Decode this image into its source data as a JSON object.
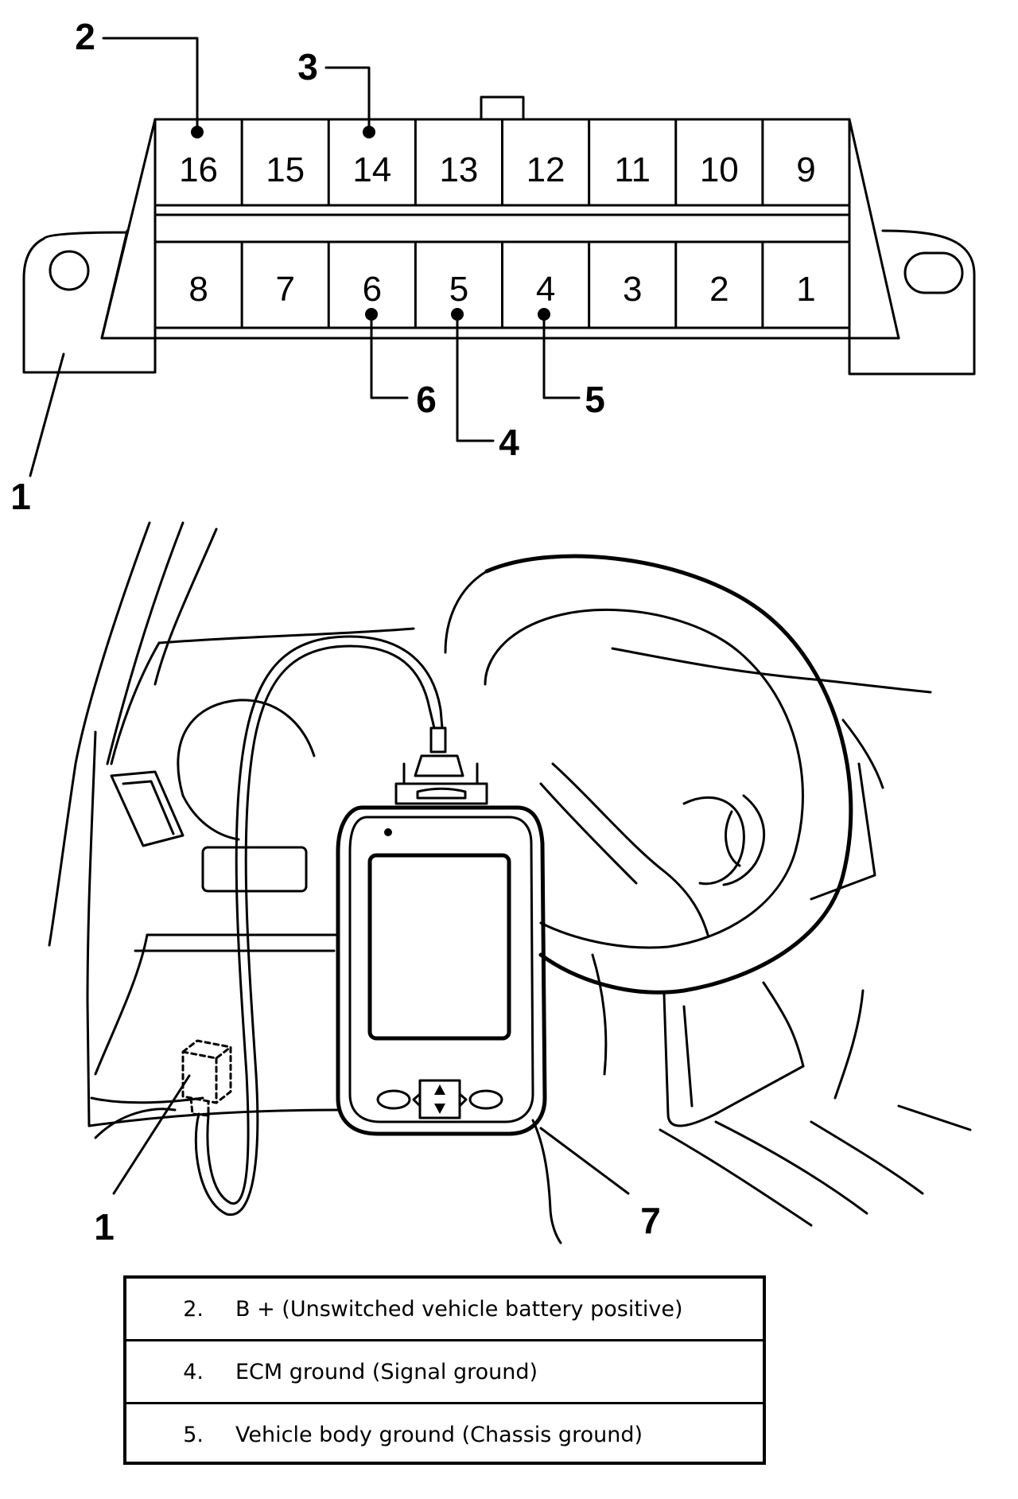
{
  "connector": {
    "top_row_pins": [
      "16",
      "15",
      "14",
      "13",
      "12",
      "11",
      "10",
      "9"
    ],
    "bottom_row_pins": [
      "8",
      "7",
      "6",
      "5",
      "4",
      "3",
      "2",
      "1"
    ]
  },
  "callouts": {
    "c1_top": "1",
    "c2": "2",
    "c3": "3",
    "c4": "4",
    "c5": "5",
    "c6": "6",
    "c1_bottom": "1",
    "c7": "7"
  },
  "legend": [
    {
      "num": "2.",
      "text": "B + (Unswitched vehicle battery positive)"
    },
    {
      "num": "4.",
      "text": "ECM ground (Signal ground)"
    },
    {
      "num": "5.",
      "text": "Vehicle body ground (Chassis ground)"
    }
  ]
}
